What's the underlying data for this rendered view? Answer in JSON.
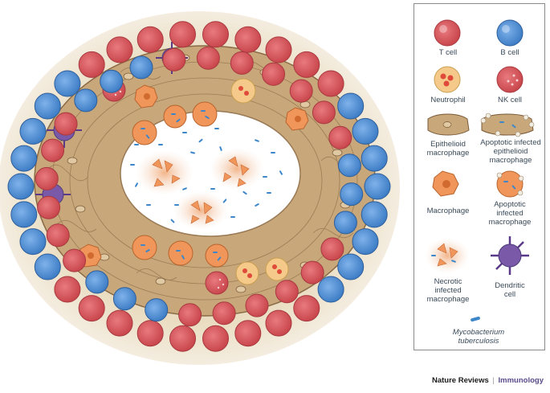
{
  "legend": {
    "t_cell": "T cell",
    "b_cell": "B cell",
    "neutrophil": "Neutrophil",
    "nk_cell": "NK cell",
    "epithelioid_macrophage": [
      "Epithelioid",
      "macrophage"
    ],
    "apoptotic_infected_epithelioid_macrophage": [
      "Apoptotic infected",
      "epithelioid",
      "macrophage"
    ],
    "macrophage": "Macrophage",
    "apoptotic_infected_macrophage": [
      "Apoptotic",
      "infected",
      "macrophage"
    ],
    "necrotic_infected_macrophage": [
      "Necrotic",
      "infected",
      "macrophage"
    ],
    "dendritic_cell": [
      "Dendritic",
      "cell"
    ],
    "mycobacterium_tuberculosis": [
      "Mycobacterium",
      "tuberculosis"
    ]
  },
  "credit": {
    "journal": "Nature Reviews",
    "separator": "|",
    "title": "Immunology"
  },
  "colors": {
    "t_cell": "#d9575c",
    "b_cell": "#4f8fd6",
    "macrophage": "#f0965a",
    "epithelioid": "#c8a77a",
    "dendritic": "#7a5aa8",
    "bacterium": "#3c86c9",
    "background_glow": "#e9dcc0",
    "journal_title": "#5a4c8c"
  }
}
